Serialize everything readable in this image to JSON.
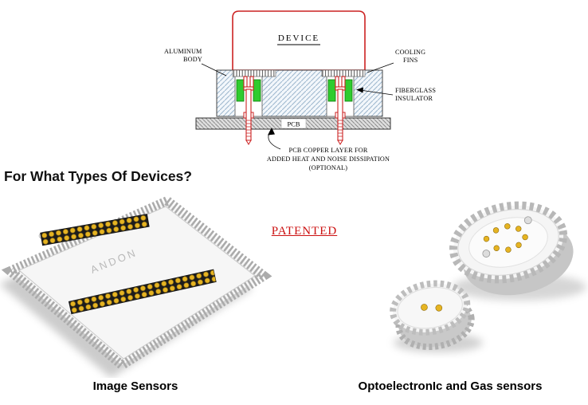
{
  "diagram": {
    "device_label": "DEVICE",
    "labels": {
      "aluminum_body": [
        "ALUMINUM",
        "BODY"
      ],
      "cooling_fins": [
        "COOLING",
        "FINS"
      ],
      "fiberglass_insulator": [
        "FIBERGLASS",
        "INSULATOR"
      ],
      "pcb": "PCB",
      "pcb_copper": [
        "PCB COPPER LAYER FOR",
        "ADDED HEAT AND NOISE DISSIPATION",
        "(OPTIONAL)"
      ]
    },
    "colors": {
      "device_outline_red": "#cc2222",
      "insulator_green": "#2ecc2e",
      "hatch_blue": "#9fb8cf",
      "screw_red": "#cc2222"
    }
  },
  "heading": "For What Types Of Devices?",
  "patented_label": "PATENTED",
  "products": {
    "left": {
      "logo": "ANDON",
      "caption": "Image Sensors",
      "pin_gold": "#e6b422"
    },
    "right": {
      "caption": "OptoelectronIc and Gas sensors"
    }
  }
}
